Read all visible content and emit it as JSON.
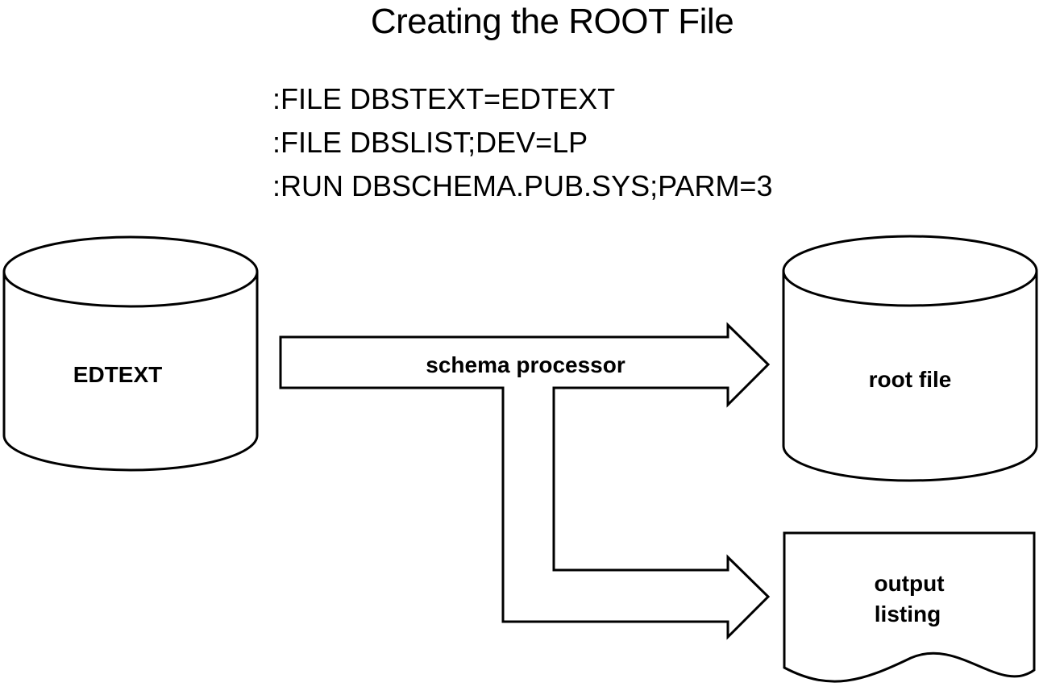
{
  "title": "Creating the ROOT File",
  "commands": [
    ":FILE DBSTEXT=EDTEXT",
    ":FILE DBSLIST;DEV=LP",
    ":RUN DBSCHEMA.PUB.SYS;PARM=3"
  ],
  "nodes": {
    "source": "EDTEXT",
    "process": "schema processor",
    "root": "root file",
    "listing_line1": "output",
    "listing_line2": "listing"
  }
}
